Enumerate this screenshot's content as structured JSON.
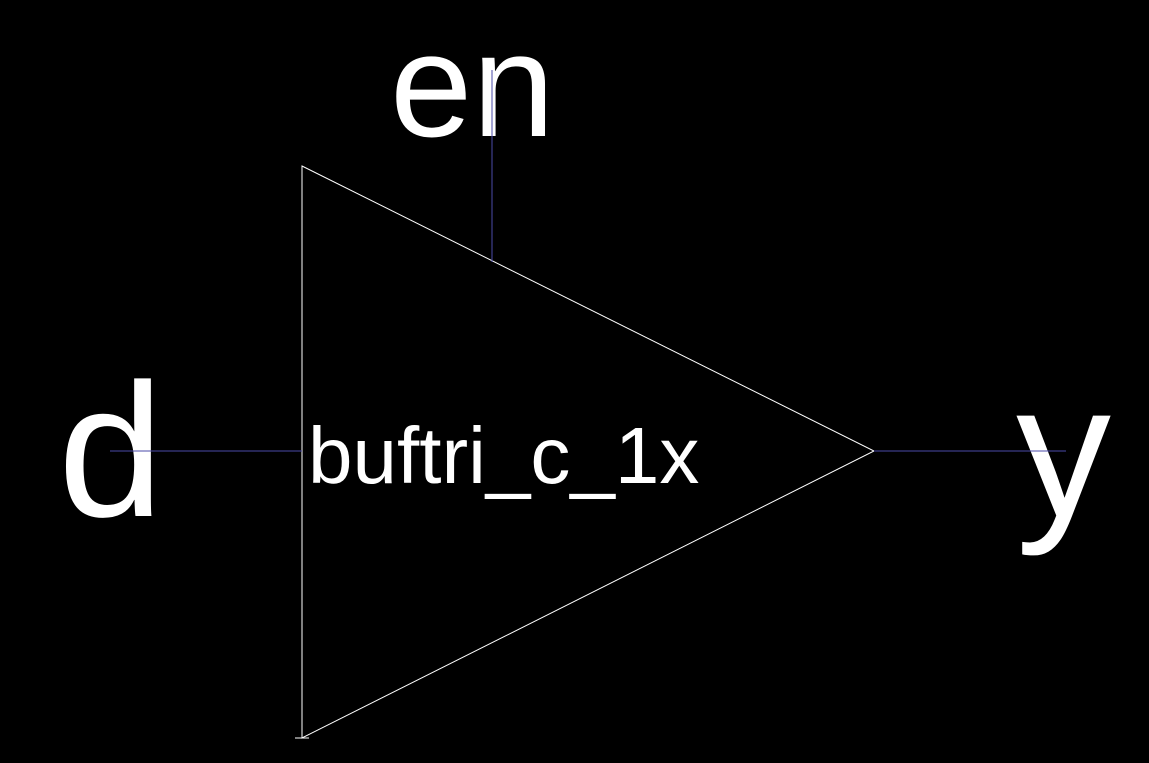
{
  "cell": {
    "name": "buftri_c_1x"
  },
  "pins": {
    "input": "d",
    "enable": "en",
    "output": "y"
  },
  "colors": {
    "background": "#000000",
    "outline": "#ffffff",
    "wire": "#4a4aa8",
    "text": "#ffffff"
  }
}
